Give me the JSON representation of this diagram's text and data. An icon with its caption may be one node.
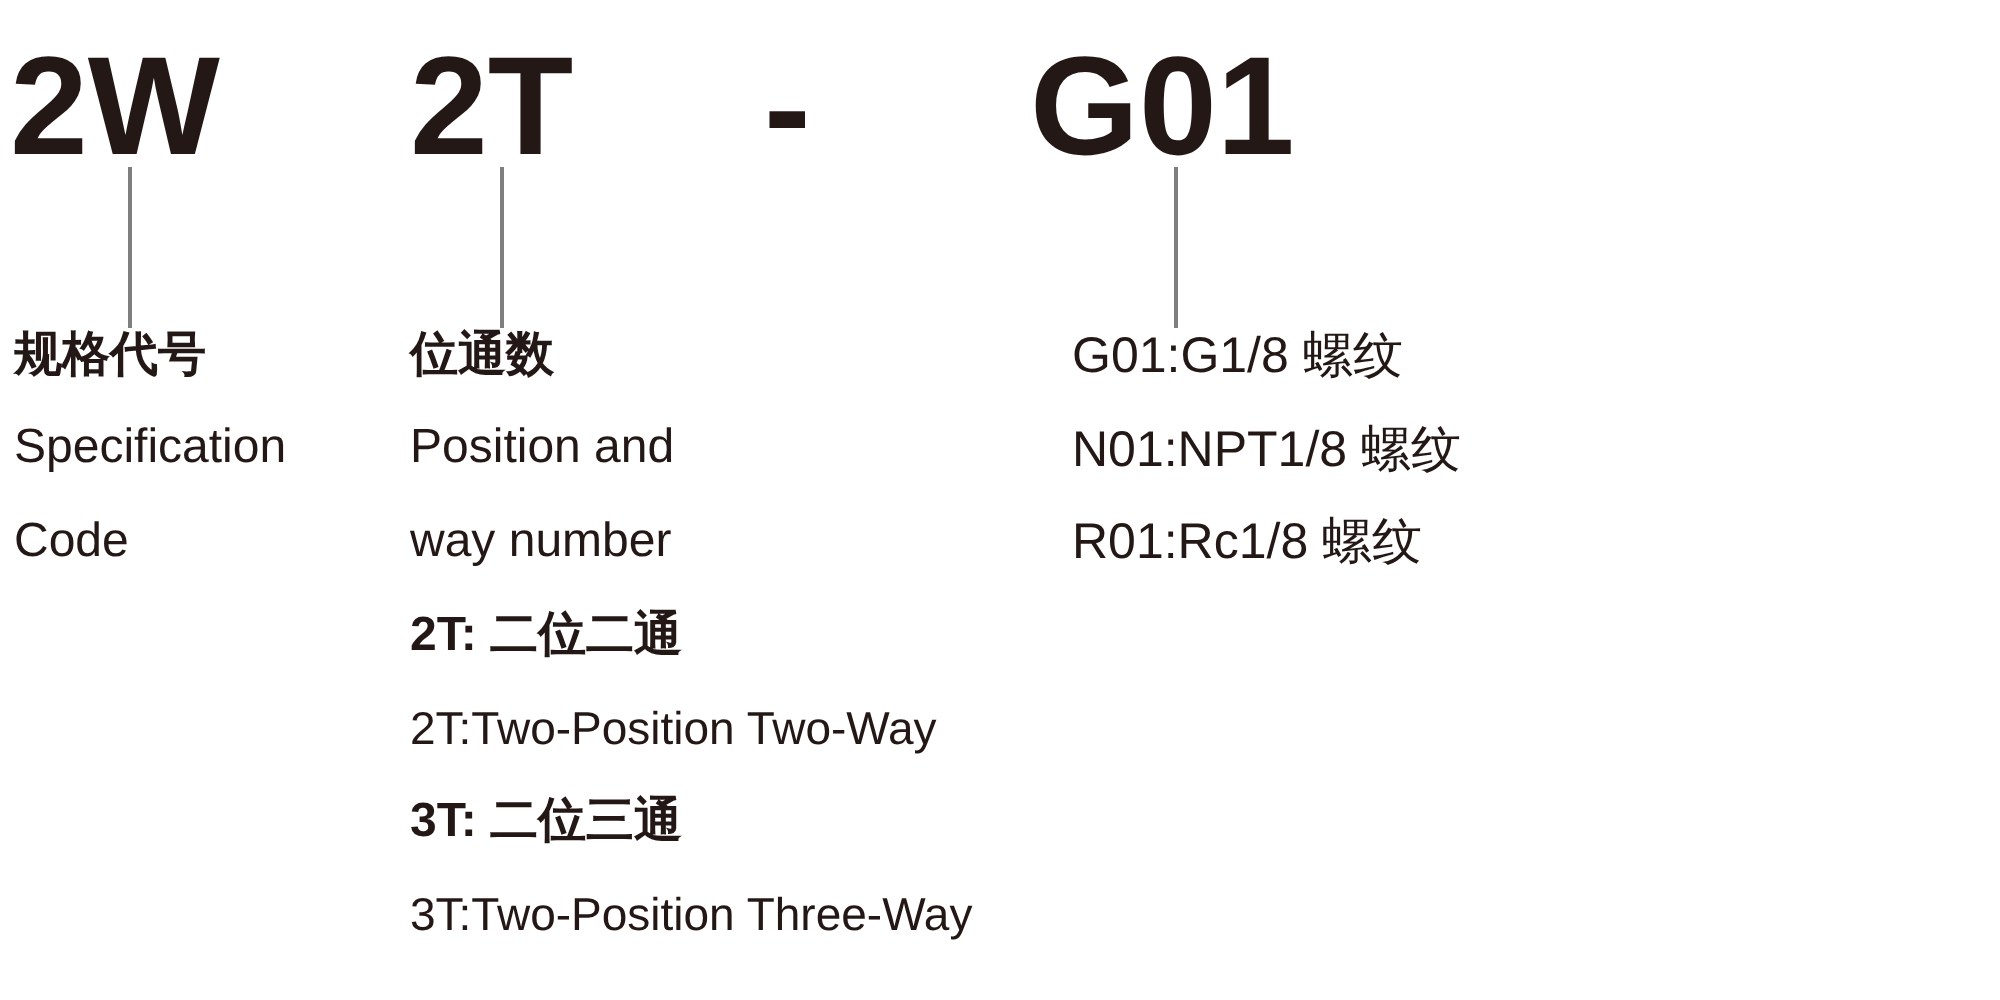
{
  "diagram": {
    "nodes": [
      {
        "text": [
          "2W"
        ]
      },
      {
        "text": [
          "2T"
        ]
      },
      {
        "text": [
          "G01"
        ]
      },
      {
        "text": [
          "规格代号",
          "Specification Code"
        ]
      },
      {
        "text": [
          "位通数",
          "Position and way number",
          "2T: 二位二通",
          "2T:Two-Position Two-Way",
          "3T: 二位三通",
          "3T:Two-Position Three-Way"
        ]
      },
      {
        "text": [
          "G01:G1/8 螺纹",
          "N01:NPT1/8 螺纹",
          "R01:Rc1/8 螺纹"
        ]
      }
    ],
    "edges": [
      {
        "from": 0,
        "to": 3,
        "arrow": "none"
      },
      {
        "from": 1,
        "to": 4,
        "arrow": "none"
      },
      {
        "from": 2,
        "to": 5,
        "arrow": "none"
      }
    ],
    "labels": [
      "-"
    ]
  }
}
